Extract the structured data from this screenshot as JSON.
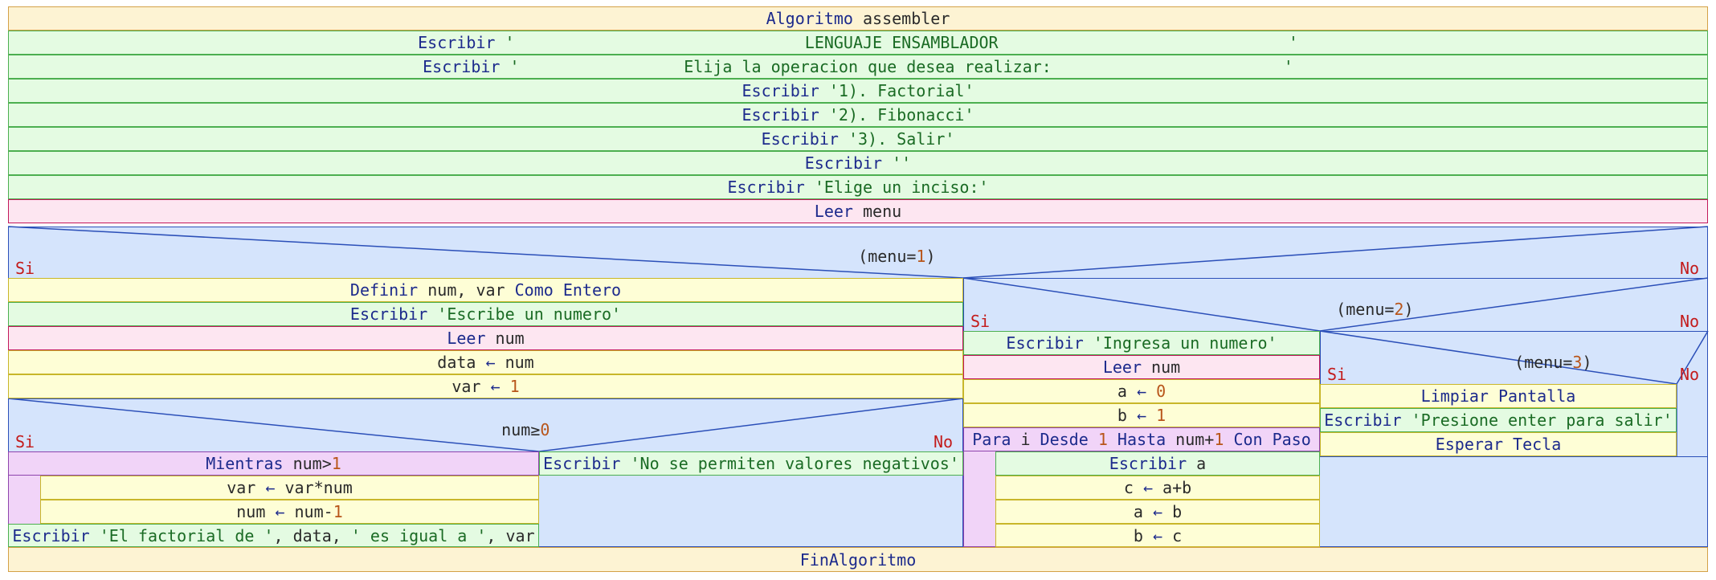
{
  "algoritmo": {
    "keyword": "Algoritmo",
    "name": "assembler",
    "end": "FinAlgoritmo"
  },
  "menu_writes": [
    {
      "kw": "Escribir",
      "text": "'                              LENGUAJE ENSAMBLADOR                              '"
    },
    {
      "kw": "Escribir",
      "text": "'                 Elija la operacion que desea realizar:                        '"
    },
    {
      "kw": "Escribir",
      "text": "'1). Factorial'"
    },
    {
      "kw": "Escribir",
      "text": "'2). Fibonacci'"
    },
    {
      "kw": "Escribir",
      "text": "'3). Salir'"
    },
    {
      "kw": "Escribir",
      "text": "''"
    },
    {
      "kw": "Escribir",
      "text": "'Elige un inciso:'"
    }
  ],
  "leer_menu": {
    "kw": "Leer",
    "var": "menu"
  },
  "labels": {
    "yes": "Si",
    "no": "No"
  },
  "cond1": {
    "open": "(menu=",
    "num": "1",
    "close": ")"
  },
  "cond2": {
    "open": "(menu=",
    "num": "2",
    "close": ")"
  },
  "cond3": {
    "open": "(menu=",
    "num": "3",
    "close": ")"
  },
  "factorial": {
    "definir": {
      "kw1": "Definir",
      "vars": "num, var",
      "kw2": "Como Entero"
    },
    "escribir": {
      "kw": "Escribir",
      "text": "'Escribe un numero'"
    },
    "leer": {
      "kw": "Leer",
      "var": "num"
    },
    "assign_data": {
      "lhs": "data",
      "arrow": "←",
      "rhs": "num"
    },
    "assign_var": {
      "lhs": "var",
      "arrow": "←",
      "num": "1"
    },
    "cond": {
      "lhs": "num≥",
      "num": "0"
    },
    "mientras": {
      "kw": "Mientras",
      "cond": "num>",
      "num": "1"
    },
    "loop_a": {
      "lhs": "var",
      "arrow": "←",
      "rhs": "var*num"
    },
    "loop_b": {
      "lhs": "num",
      "arrow": "←",
      "rhs": "num-",
      "num": "1"
    },
    "result": {
      "kw": "Escribir",
      "p1": "'El factorial de '",
      "s1": ", data, ",
      "p2": "' es igual a '",
      "s2": ", var"
    },
    "negativo": {
      "kw": "Escribir",
      "text": "'No se permiten valores negativos'"
    }
  },
  "fibonacci": {
    "escribir": {
      "kw": "Escribir",
      "text": "'Ingresa un numero'"
    },
    "leer": {
      "kw": "Leer",
      "var": "num"
    },
    "assign_a": {
      "lhs": "a",
      "arrow": "←",
      "num": "0"
    },
    "assign_b": {
      "lhs": "b",
      "arrow": "←",
      "num": "1"
    },
    "para": {
      "kw1": "Para",
      "v": "i",
      "kw2": "Desde",
      "n1": "1",
      "kw3": "Hasta",
      "expr": "num+",
      "n2": "1",
      "kw4": "Con Paso"
    },
    "write_a": {
      "kw": "Escribir",
      "var": "a"
    },
    "c_ab": {
      "lhs": "c",
      "arrow": "←",
      "rhs": "a+b"
    },
    "a_b": {
      "lhs": "a",
      "arrow": "←",
      "rhs": "b"
    },
    "b_c": {
      "lhs": "b",
      "arrow": "←",
      "rhs": "c"
    }
  },
  "salir": {
    "limpiar": "Limpiar Pantalla",
    "escribir": {
      "kw": "Escribir",
      "text": "'Presione enter para salir'"
    },
    "esperar": "Esperar Tecla"
  },
  "colors": {
    "process_bg": "#fdf3d3",
    "process_border": "#d4a147",
    "write_bg": "#e4fbe2",
    "write_border": "#4caf50",
    "read_bg": "#fde6f1",
    "read_border": "#c2185b",
    "assign_bg": "#fefed6",
    "assign_border": "#c8b62a",
    "cond_bg": "#d5e4fc",
    "cond_border": "#2b4fb8",
    "loop_bg": "#f1d4f8",
    "loop_border": "#8e44ad"
  }
}
